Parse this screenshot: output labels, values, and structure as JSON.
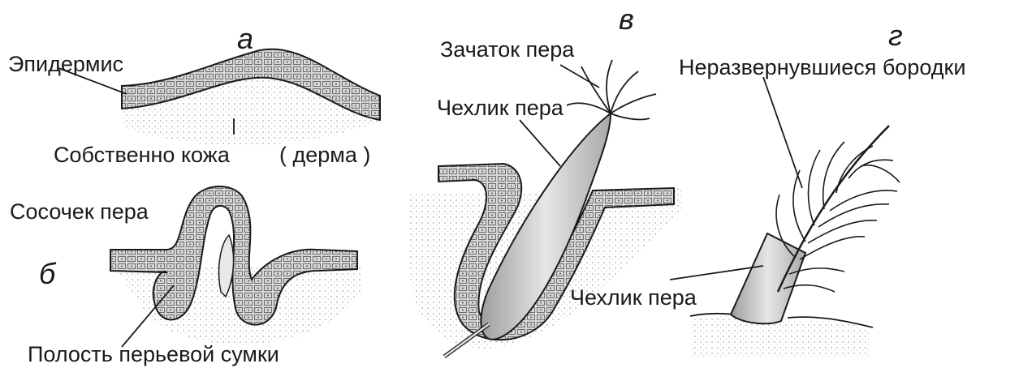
{
  "panels": {
    "a": "а",
    "b": "б",
    "v": "в",
    "g": "г"
  },
  "labels": {
    "epidermis": "Эпидермис",
    "dermis_main": "Собственно кожа",
    "dermis_paren": "( дерма )",
    "papilla": "Сосочек пера",
    "cavity": "Полость перьевой сумки",
    "rudiment": "Зачаток пера",
    "sheath_v": "Чехлик пера",
    "barbs": "Неразвернувшиеся бородки",
    "sheath_g": "Чехлик пера"
  },
  "colors": {
    "ink": "#1a1a1a",
    "tissue": "#cfcfcf",
    "tissue_dark": "#9a9a9a",
    "sheath": "#bdbdbd"
  }
}
